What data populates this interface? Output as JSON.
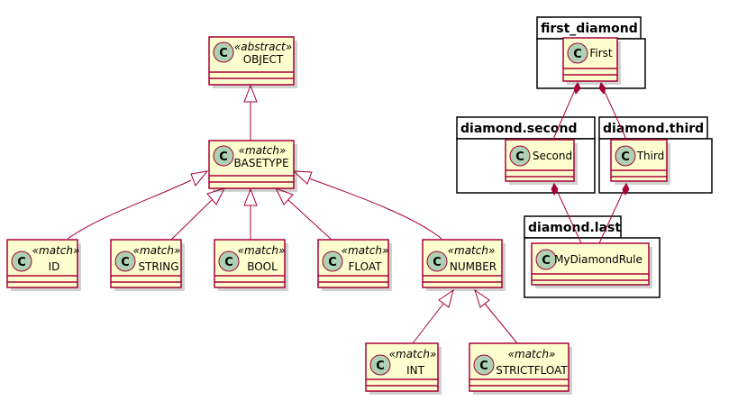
{
  "diagram": {
    "class_icon_letter": "C",
    "colors": {
      "class_fill": "#FEFECE",
      "border": "#A80036",
      "class_icon": "#ADD1B2",
      "package_fill": "#FFFFFF"
    },
    "packages": {
      "first_diamond": "first_diamond",
      "diamond_second": "diamond.second",
      "diamond_third": "diamond.third",
      "diamond_last": "diamond.last"
    },
    "classes": {
      "object": {
        "name": "OBJECT",
        "stereotype": "«abstract»"
      },
      "basetype": {
        "name": "BASETYPE",
        "stereotype": "«match»"
      },
      "id": {
        "name": "ID",
        "stereotype": "«match»"
      },
      "string": {
        "name": "STRING",
        "stereotype": "«match»"
      },
      "bool": {
        "name": "BOOL",
        "stereotype": "«match»"
      },
      "float": {
        "name": "FLOAT",
        "stereotype": "«match»"
      },
      "number": {
        "name": "NUMBER",
        "stereotype": "«match»"
      },
      "int": {
        "name": "INT",
        "stereotype": "«match»"
      },
      "strictfloat": {
        "name": "STRICTFLOAT",
        "stereotype": "«match»"
      },
      "first": {
        "name": "First"
      },
      "second": {
        "name": "Second"
      },
      "third": {
        "name": "Third"
      },
      "mydiamondrule": {
        "name": "MyDiamondRule"
      }
    },
    "relations": [
      {
        "type": "inheritance",
        "from": "BASETYPE",
        "to": "OBJECT"
      },
      {
        "type": "inheritance",
        "from": "ID",
        "to": "BASETYPE"
      },
      {
        "type": "inheritance",
        "from": "STRING",
        "to": "BASETYPE"
      },
      {
        "type": "inheritance",
        "from": "BOOL",
        "to": "BASETYPE"
      },
      {
        "type": "inheritance",
        "from": "FLOAT",
        "to": "BASETYPE"
      },
      {
        "type": "inheritance",
        "from": "NUMBER",
        "to": "BASETYPE"
      },
      {
        "type": "inheritance",
        "from": "INT",
        "to": "NUMBER"
      },
      {
        "type": "inheritance",
        "from": "STRICTFLOAT",
        "to": "NUMBER"
      },
      {
        "type": "composition",
        "from": "First",
        "to": "Second"
      },
      {
        "type": "composition",
        "from": "First",
        "to": "Third"
      },
      {
        "type": "composition",
        "from": "Second",
        "to": "MyDiamondRule"
      },
      {
        "type": "composition",
        "from": "Third",
        "to": "MyDiamondRule"
      }
    ]
  }
}
